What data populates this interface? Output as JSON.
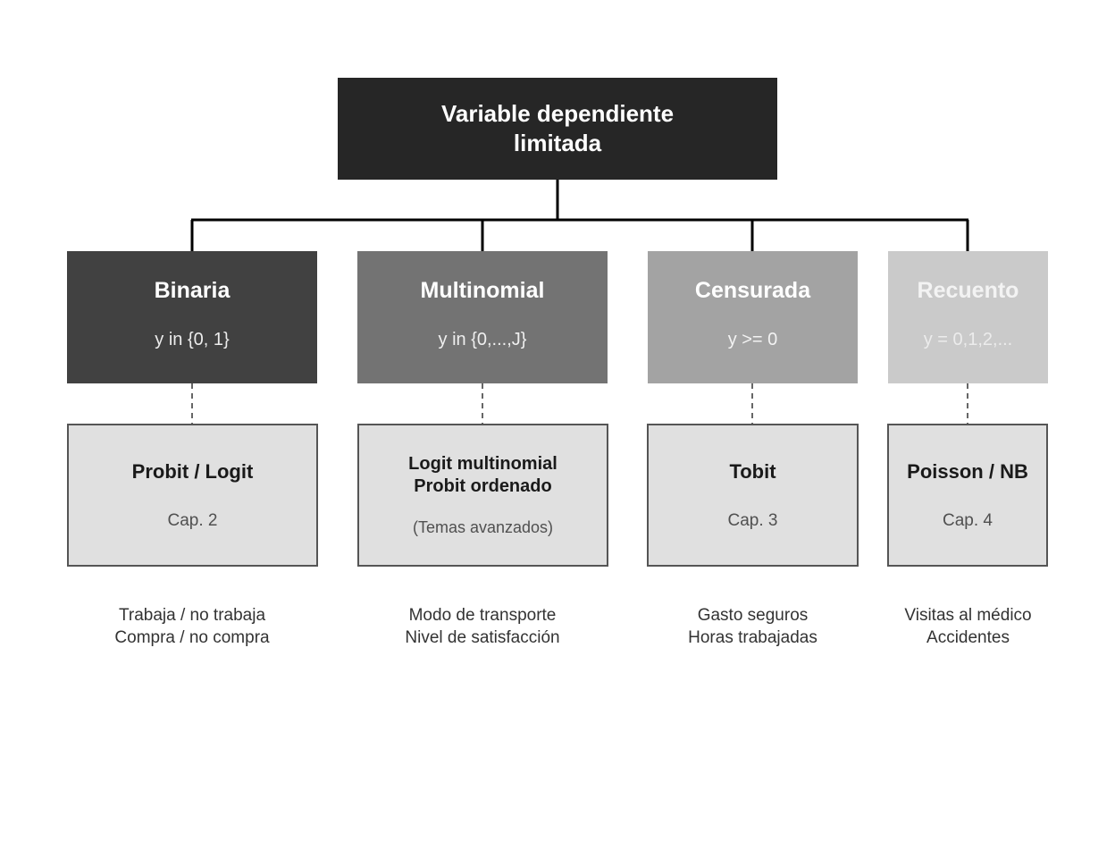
{
  "root": {
    "title": "Variable dependiente\nlimitada"
  },
  "categories": [
    {
      "name": "Binaria",
      "range": "y in {0, 1}"
    },
    {
      "name": "Multinomial",
      "range": "y in {0,...,J}"
    },
    {
      "name": "Censurada",
      "range": "y >= 0"
    },
    {
      "name": "Recuento",
      "range": "y = 0,1,2,..."
    }
  ],
  "models": [
    {
      "name": "Probit / Logit",
      "ref": "Cap. 2"
    },
    {
      "name": "Logit multinomial\nProbit ordenado",
      "ref": "(Temas avanzados)"
    },
    {
      "name": "Tobit",
      "ref": "Cap. 3"
    },
    {
      "name": "Poisson / NB",
      "ref": "Cap. 4"
    }
  ],
  "examples": [
    "Trabaja / no trabaja\nCompra / no compra",
    "Modo de transporte\nNivel de satisfacción",
    "Gasto seguros\nHoras trabajadas",
    "Visitas al médico\nAccidentes"
  ],
  "colors": {
    "root": "#262626",
    "binaria": "#414141",
    "multinomial": "#737373",
    "censurada": "#a3a3a3",
    "recuento": "#cacaca",
    "model_fill": "#e0e0e0"
  }
}
